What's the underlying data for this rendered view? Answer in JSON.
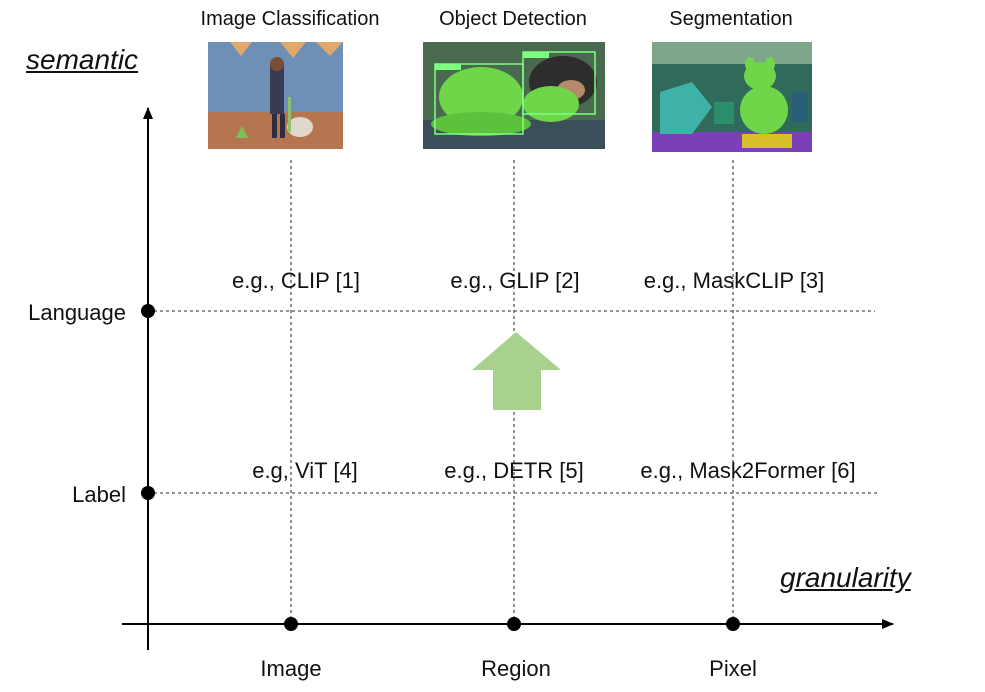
{
  "top_labels": {
    "classification": "Image Classification",
    "detection": "Object Detection",
    "segmentation": "Segmentation"
  },
  "axes": {
    "y_title": "semantic",
    "x_title": "granularity"
  },
  "y_levels": [
    "Language",
    "Label"
  ],
  "x_levels": [
    "Image",
    "Region",
    "Pixel"
  ],
  "examples": {
    "language": [
      "e.g., CLIP [1]",
      "e.g., GLIP [2]",
      "e.g., MaskCLIP [3]"
    ],
    "label": [
      "e.g, ViT [4]",
      "e.g., DETR [5]",
      "e.g., Mask2Former [6]"
    ]
  },
  "colors": {
    "arrow_fill": "#a9d18e",
    "object_green": "#6fd64a",
    "axis": "#000000"
  }
}
